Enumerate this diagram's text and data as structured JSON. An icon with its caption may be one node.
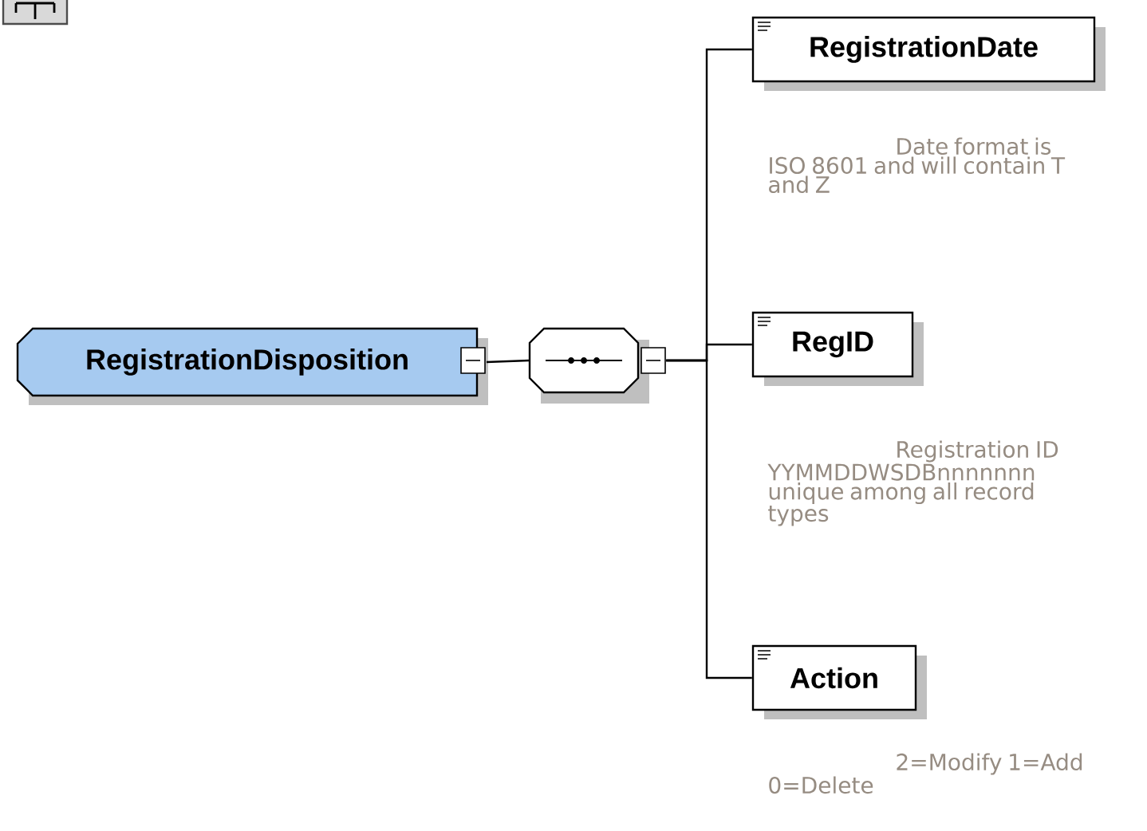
{
  "diagram": {
    "nodes": [
      {
        "text": [
          "RegistrationDisposition"
        ]
      },
      {
        "text": [],
        "shape": "octagon"
      },
      {
        "text": [
          "RegistrationDate"
        ],
        "beside": [
          "Date format is ISO 8601 and will contain T and Z"
        ]
      },
      {
        "text": [
          "RegID"
        ],
        "beside": [
          "Registration ID YYMMDDWSDBnnnnnnn unique among all record types"
        ]
      },
      {
        "text": [
          "Action"
        ],
        "beside": [
          "2=Modify 1=Add 0=Delete"
        ]
      }
    ],
    "edges": [
      {
        "from": 0,
        "to": 1,
        "arrow": "none"
      },
      {
        "from": 1,
        "to": 2,
        "arrow": "none"
      },
      {
        "from": 1,
        "to": 3,
        "arrow": "none"
      },
      {
        "from": 1,
        "to": 4,
        "arrow": "none"
      }
    ]
  }
}
